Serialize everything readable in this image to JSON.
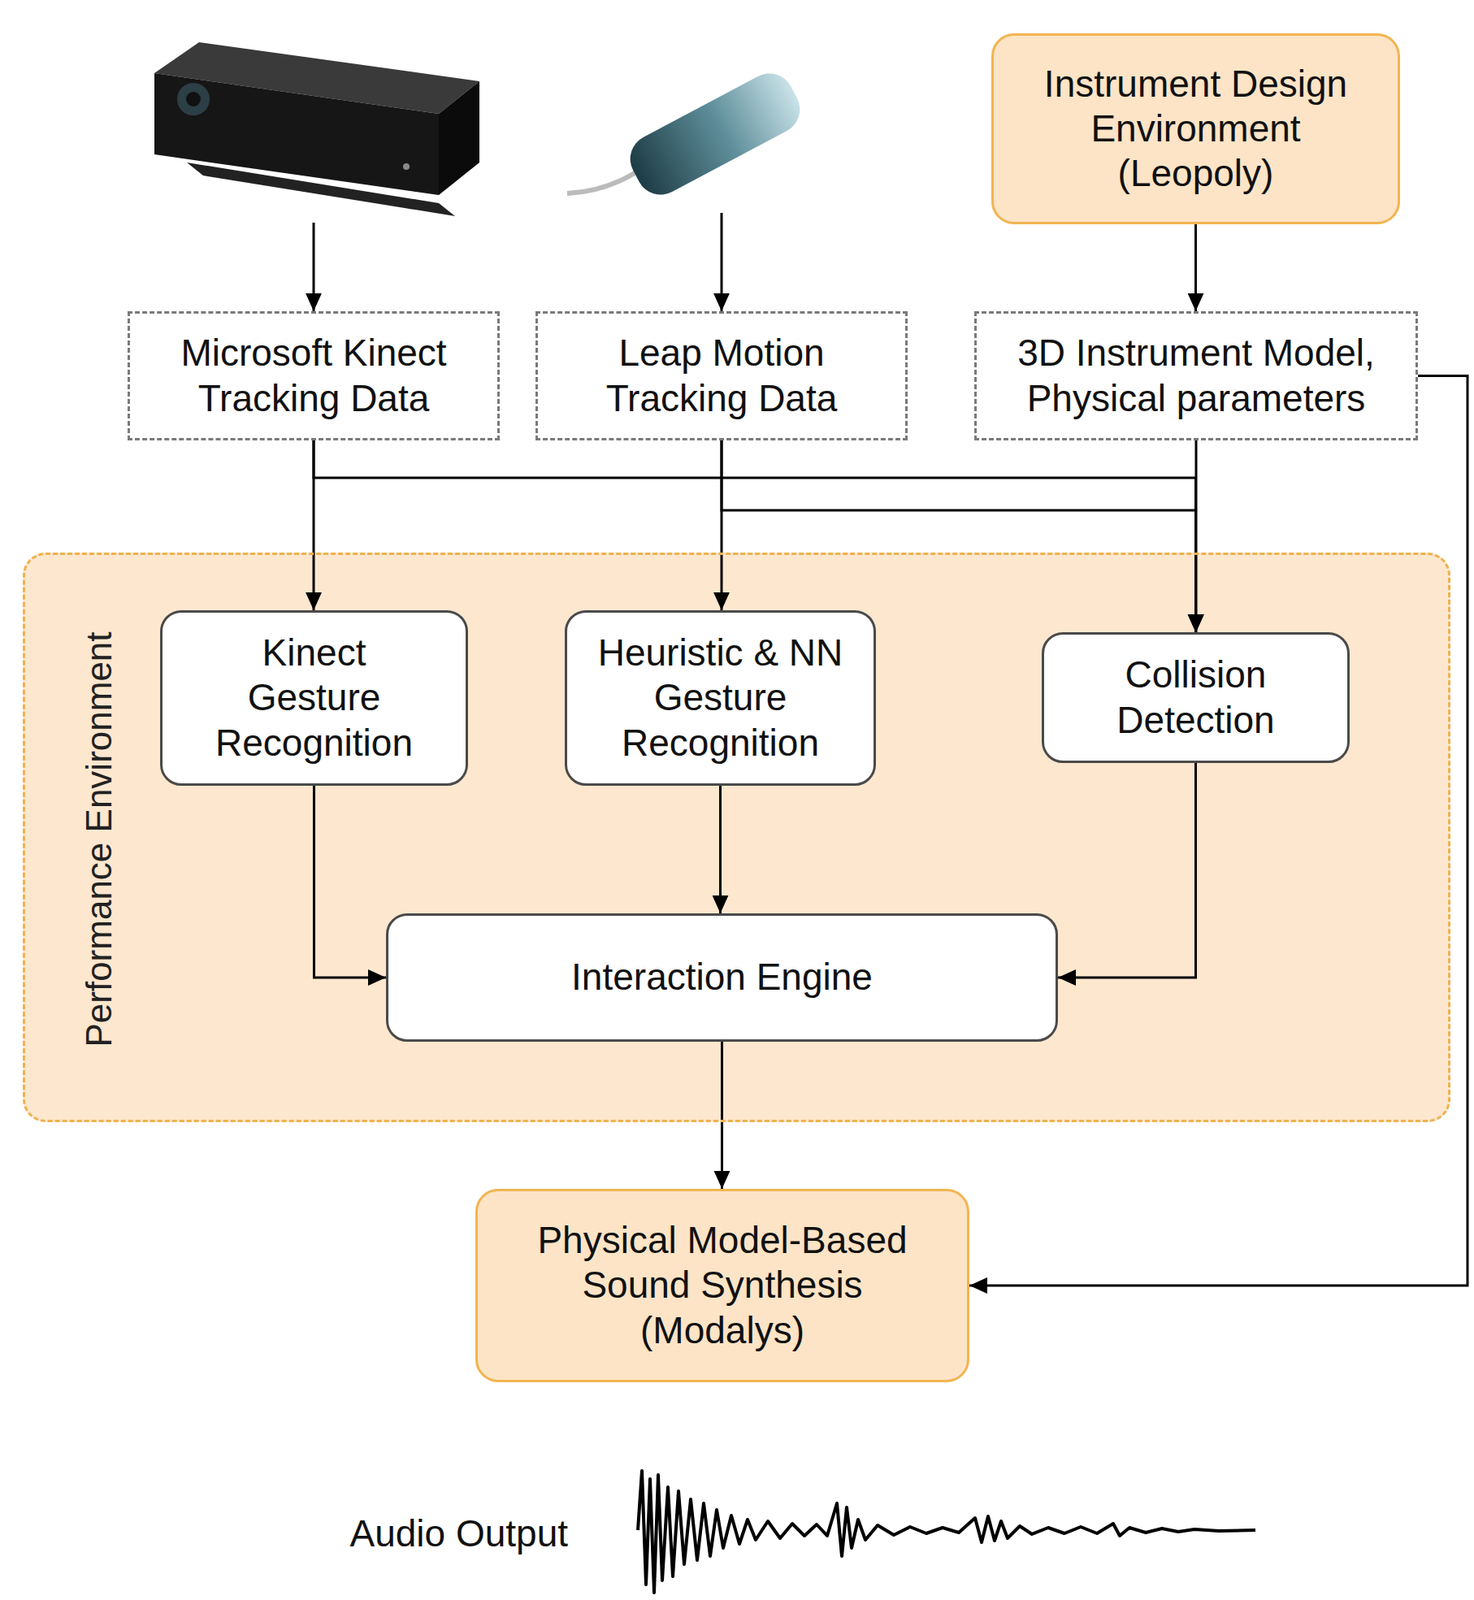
{
  "diagram": {
    "nodes": [
      {
        "text": [
          "Instrument Design Environment (Leopoly)"
        ]
      },
      {
        "text": [
          "Microsoft Kinect Tracking Data"
        ]
      },
      {
        "text": [
          "Leap Motion Tracking Data"
        ]
      },
      {
        "text": [
          "3D Instrument Model, Physical parameters"
        ]
      },
      {
        "text": [
          "Performance Environment"
        ]
      },
      {
        "text": [
          "Kinect Gesture Recognition"
        ],
        "in": 4
      },
      {
        "text": [
          "Heuristic & NN Gesture Recognition"
        ],
        "in": 4
      },
      {
        "text": [
          "Collision Detection"
        ],
        "in": 4
      },
      {
        "text": [
          "Interaction Engine"
        ],
        "in": 4
      },
      {
        "text": [
          "Physical Model-Based Sound Synthesis (Modalys)"
        ]
      }
    ],
    "edges": [
      {
        "from": 0,
        "to": 3,
        "arrow": "to"
      },
      {
        "from": 1,
        "to": 5,
        "arrow": "to"
      },
      {
        "from": 1,
        "to": 7,
        "arrow": "to"
      },
      {
        "from": 2,
        "to": 6,
        "arrow": "to"
      },
      {
        "from": 2,
        "to": 7,
        "arrow": "to"
      },
      {
        "from": 3,
        "to": 7,
        "arrow": "to"
      },
      {
        "from": 5,
        "to": 8,
        "arrow": "to"
      },
      {
        "from": 6,
        "to": 8,
        "arrow": "to"
      },
      {
        "from": 7,
        "to": 8,
        "arrow": "to"
      },
      {
        "from": 8,
        "to": 9,
        "arrow": "to"
      },
      {
        "from": 3,
        "to": 9,
        "arrow": "to"
      }
    ],
    "labels": [
      "Audio Output"
    ]
  }
}
